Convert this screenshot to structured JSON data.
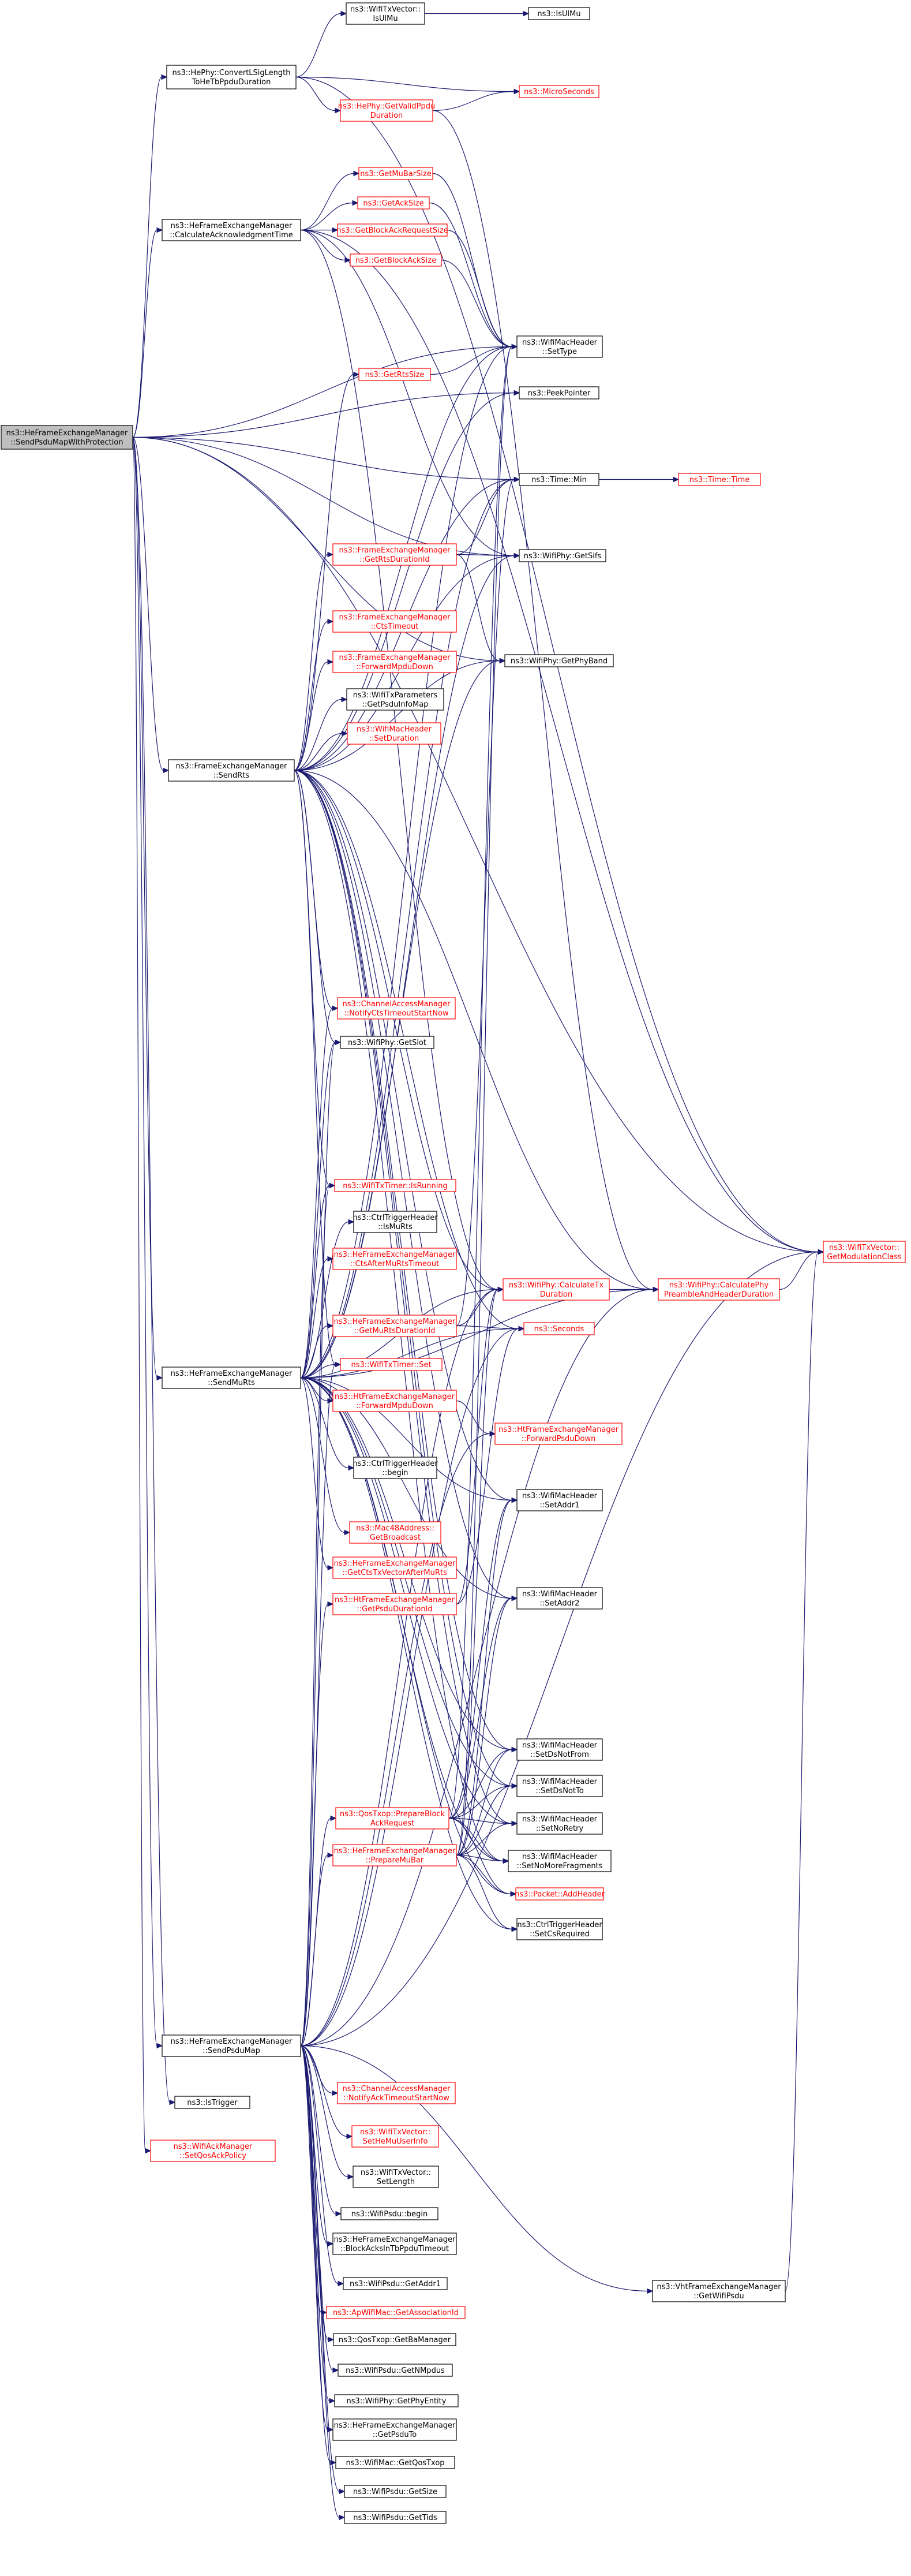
{
  "colors": {
    "edge": "#191970",
    "border_black": "#000000",
    "border_red": "#ff0000",
    "root_fill": "#bfbfbf",
    "node_fill": "#ffffff"
  },
  "nodes": [
    {
      "id": "root",
      "lines": [
        "ns3::HeFrameExchangeManager",
        "::SendPsduMapWithProtection"
      ],
      "border": "black",
      "fill": "root"
    },
    {
      "id": "isu",
      "lines": [
        "ns3::WifiTxVector::",
        "IsUlMu"
      ],
      "border": "black"
    },
    {
      "id": "isul",
      "lines": [
        "ns3::IsUlMu"
      ],
      "border": "black"
    },
    {
      "id": "conv",
      "lines": [
        "ns3::HePhy::ConvertLSigLength",
        "ToHeTbPpduDuration"
      ],
      "border": "black"
    },
    {
      "id": "ms",
      "lines": [
        "ns3::MicroSeconds"
      ],
      "border": "red"
    },
    {
      "id": "getvalid",
      "lines": [
        "ns3::HePhy::GetValidPpdu",
        "Duration"
      ],
      "border": "red"
    },
    {
      "id": "getmod",
      "lines": [
        "ns3::WifiTxVector::",
        "GetModulationClass"
      ],
      "border": "red"
    },
    {
      "id": "mubar",
      "lines": [
        "ns3::GetMuBarSize"
      ],
      "border": "red"
    },
    {
      "id": "calcack",
      "lines": [
        "ns3::HeFrameExchangeManager",
        "::CalculateAcknowledgmentTime"
      ],
      "border": "black"
    },
    {
      "id": "acksize",
      "lines": [
        "ns3::GetAckSize"
      ],
      "border": "red"
    },
    {
      "id": "barsize",
      "lines": [
        "ns3::GetBlockAckRequestSize"
      ],
      "border": "red"
    },
    {
      "id": "basize",
      "lines": [
        "ns3::GetBlockAckSize"
      ],
      "border": "red"
    },
    {
      "id": "settype",
      "lines": [
        "ns3::WifiMacHeader",
        "::SetType"
      ],
      "border": "black"
    },
    {
      "id": "rtssize",
      "lines": [
        "ns3::GetRtsSize"
      ],
      "border": "red"
    },
    {
      "id": "peek",
      "lines": [
        "ns3::PeekPointer"
      ],
      "border": "black"
    },
    {
      "id": "timemin",
      "lines": [
        "ns3::Time::Min"
      ],
      "border": "black"
    },
    {
      "id": "timetime",
      "lines": [
        "ns3::Time::Time"
      ],
      "border": "red"
    },
    {
      "id": "getrtsdur",
      "lines": [
        "ns3::FrameExchangeManager",
        "::GetRtsDurationId"
      ],
      "border": "red"
    },
    {
      "id": "getsifs",
      "lines": [
        "ns3::WifiPhy::GetSifs"
      ],
      "border": "black"
    },
    {
      "id": "ctstimeout",
      "lines": [
        "ns3::FrameExchangeManager",
        "::CtsTimeout"
      ],
      "border": "red"
    },
    {
      "id": "getphyband",
      "lines": [
        "ns3::WifiPhy::GetPhyBand"
      ],
      "border": "black"
    },
    {
      "id": "fwdmpdu",
      "lines": [
        "ns3::FrameExchangeManager",
        "::ForwardMpduDown"
      ],
      "border": "red"
    },
    {
      "id": "psduinfo",
      "lines": [
        "ns3::WifiTxParameters",
        "::GetPsduInfoMap"
      ],
      "border": "black"
    },
    {
      "id": "setdur",
      "lines": [
        "ns3::WifiMacHeader",
        "::SetDuration"
      ],
      "border": "red"
    },
    {
      "id": "sendrts",
      "lines": [
        "ns3::FrameExchangeManager",
        "::SendRts"
      ],
      "border": "black"
    },
    {
      "id": "notifycts",
      "lines": [
        "ns3::ChannelAccessManager",
        "::NotifyCtsTimeoutStartNow"
      ],
      "border": "red"
    },
    {
      "id": "getslot",
      "lines": [
        "ns3::WifiPhy::GetSlot"
      ],
      "border": "black"
    },
    {
      "id": "isrunning",
      "lines": [
        "ns3::WifiTxTimer::IsRunning"
      ],
      "border": "red"
    },
    {
      "id": "ismurts",
      "lines": [
        "ns3::CtrlTriggerHeader",
        "::IsMuRts"
      ],
      "border": "black"
    },
    {
      "id": "ctsafter",
      "lines": [
        "ns3::HeFrameExchangeManager",
        "::CtsAfterMuRtsTimeout"
      ],
      "border": "red"
    },
    {
      "id": "calctx",
      "lines": [
        "ns3::WifiPhy::CalculateTx",
        "Duration"
      ],
      "border": "red"
    },
    {
      "id": "calcpre",
      "lines": [
        "ns3::WifiPhy::CalculatePhy",
        "PreambleAndHeaderDuration"
      ],
      "border": "red"
    },
    {
      "id": "getmurts",
      "lines": [
        "ns3::HeFrameExchangeManager",
        "::GetMuRtsDurationId"
      ],
      "border": "red"
    },
    {
      "id": "seconds",
      "lines": [
        "ns3::Seconds"
      ],
      "border": "red"
    },
    {
      "id": "sendmurts",
      "lines": [
        "ns3::HeFrameExchangeManager",
        "::SendMuRts"
      ],
      "border": "black"
    },
    {
      "id": "timerset",
      "lines": [
        "ns3::WifiTxTimer::Set"
      ],
      "border": "red"
    },
    {
      "id": "htfwd",
      "lines": [
        "ns3::HtFrameExchangeManager",
        "::ForwardMpduDown"
      ],
      "border": "red"
    },
    {
      "id": "htfwdpsdu",
      "lines": [
        "ns3::HtFrameExchangeManager",
        "::ForwardPsduDown"
      ],
      "border": "red"
    },
    {
      "id": "ctrlbegin",
      "lines": [
        "ns3::CtrlTriggerHeader",
        "::begin"
      ],
      "border": "black"
    },
    {
      "id": "setaddr1",
      "lines": [
        "ns3::WifiMacHeader",
        "::SetAddr1"
      ],
      "border": "black"
    },
    {
      "id": "bcast",
      "lines": [
        "ns3::Mac48Address::",
        "GetBroadcast"
      ],
      "border": "red"
    },
    {
      "id": "getcts",
      "lines": [
        "ns3::HeFrameExchangeManager",
        "::GetCtsTxVectorAfterMuRts"
      ],
      "border": "red"
    },
    {
      "id": "setaddr2",
      "lines": [
        "ns3::WifiMacHeader",
        "::SetAddr2"
      ],
      "border": "black"
    },
    {
      "id": "getpsdudur",
      "lines": [
        "ns3::HtFrameExchangeManager",
        "::GetPsduDurationId"
      ],
      "border": "red"
    },
    {
      "id": "setdsnotfrom",
      "lines": [
        "ns3::WifiMacHeader",
        "::SetDsNotFrom"
      ],
      "border": "black"
    },
    {
      "id": "setdsnotto",
      "lines": [
        "ns3::WifiMacHeader",
        "::SetDsNotTo"
      ],
      "border": "black"
    },
    {
      "id": "preparebar",
      "lines": [
        "ns3::QosTxop::PrepareBlock",
        "AckRequest"
      ],
      "border": "red"
    },
    {
      "id": "setnoretry",
      "lines": [
        "ns3::WifiMacHeader",
        "::SetNoRetry"
      ],
      "border": "black"
    },
    {
      "id": "preparemubar",
      "lines": [
        "ns3::HeFrameExchangeManager",
        "::PrepareMuBar"
      ],
      "border": "red"
    },
    {
      "id": "setnomore",
      "lines": [
        "ns3::WifiMacHeader",
        "::SetNoMoreFragments"
      ],
      "border": "black"
    },
    {
      "id": "addheader",
      "lines": [
        "ns3::Packet::AddHeader"
      ],
      "border": "red"
    },
    {
      "id": "setcs",
      "lines": [
        "ns3::CtrlTriggerHeader",
        "::SetCsRequired"
      ],
      "border": "black"
    },
    {
      "id": "sendpsdumap",
      "lines": [
        "ns3::HeFrameExchangeManager",
        "::SendPsduMap"
      ],
      "border": "black"
    },
    {
      "id": "notifyack",
      "lines": [
        "ns3::ChannelAccessManager",
        "::NotifyAckTimeoutStartNow"
      ],
      "border": "red"
    },
    {
      "id": "istrigger",
      "lines": [
        "ns3::IsTrigger"
      ],
      "border": "black"
    },
    {
      "id": "sethemu",
      "lines": [
        "ns3::WifiTxVector::",
        "SetHeMuUserInfo"
      ],
      "border": "red"
    },
    {
      "id": "setqos",
      "lines": [
        "ns3::WifiAckManager",
        "::SetQosAckPolicy"
      ],
      "border": "red"
    },
    {
      "id": "setlength",
      "lines": [
        "ns3::WifiTxVector::",
        "SetLength"
      ],
      "border": "black"
    },
    {
      "id": "psdubegin",
      "lines": [
        "ns3::WifiPsdu::begin"
      ],
      "border": "black"
    },
    {
      "id": "blockacks",
      "lines": [
        "ns3::HeFrameExchangeManager",
        "::BlockAcksInTbPpduTimeout"
      ],
      "border": "black"
    },
    {
      "id": "getaddr1",
      "lines": [
        "ns3::WifiPsdu::GetAddr1"
      ],
      "border": "black"
    },
    {
      "id": "getassoc",
      "lines": [
        "ns3::ApWifiMac::GetAssociationId"
      ],
      "border": "red"
    },
    {
      "id": "vhtget",
      "lines": [
        "ns3::VhtFrameExchangeManager",
        "::GetWifiPsdu"
      ],
      "border": "black"
    },
    {
      "id": "getba",
      "lines": [
        "ns3::QosTxop::GetBaManager"
      ],
      "border": "black"
    },
    {
      "id": "getnmpdus",
      "lines": [
        "ns3::WifiPsdu::GetNMpdus"
      ],
      "border": "black"
    },
    {
      "id": "getphyent",
      "lines": [
        "ns3::WifiPhy::GetPhyEntity"
      ],
      "border": "black"
    },
    {
      "id": "getpsduto",
      "lines": [
        "ns3::HeFrameExchangeManager",
        "::GetPsduTo"
      ],
      "border": "black"
    },
    {
      "id": "getqostxop",
      "lines": [
        "ns3::WifiMac::GetQosTxop"
      ],
      "border": "black"
    },
    {
      "id": "getsize",
      "lines": [
        "ns3::WifiPsdu::GetSize"
      ],
      "border": "black"
    },
    {
      "id": "gettids",
      "lines": [
        "ns3::WifiPsdu::GetTids"
      ],
      "border": "black"
    }
  ]
}
